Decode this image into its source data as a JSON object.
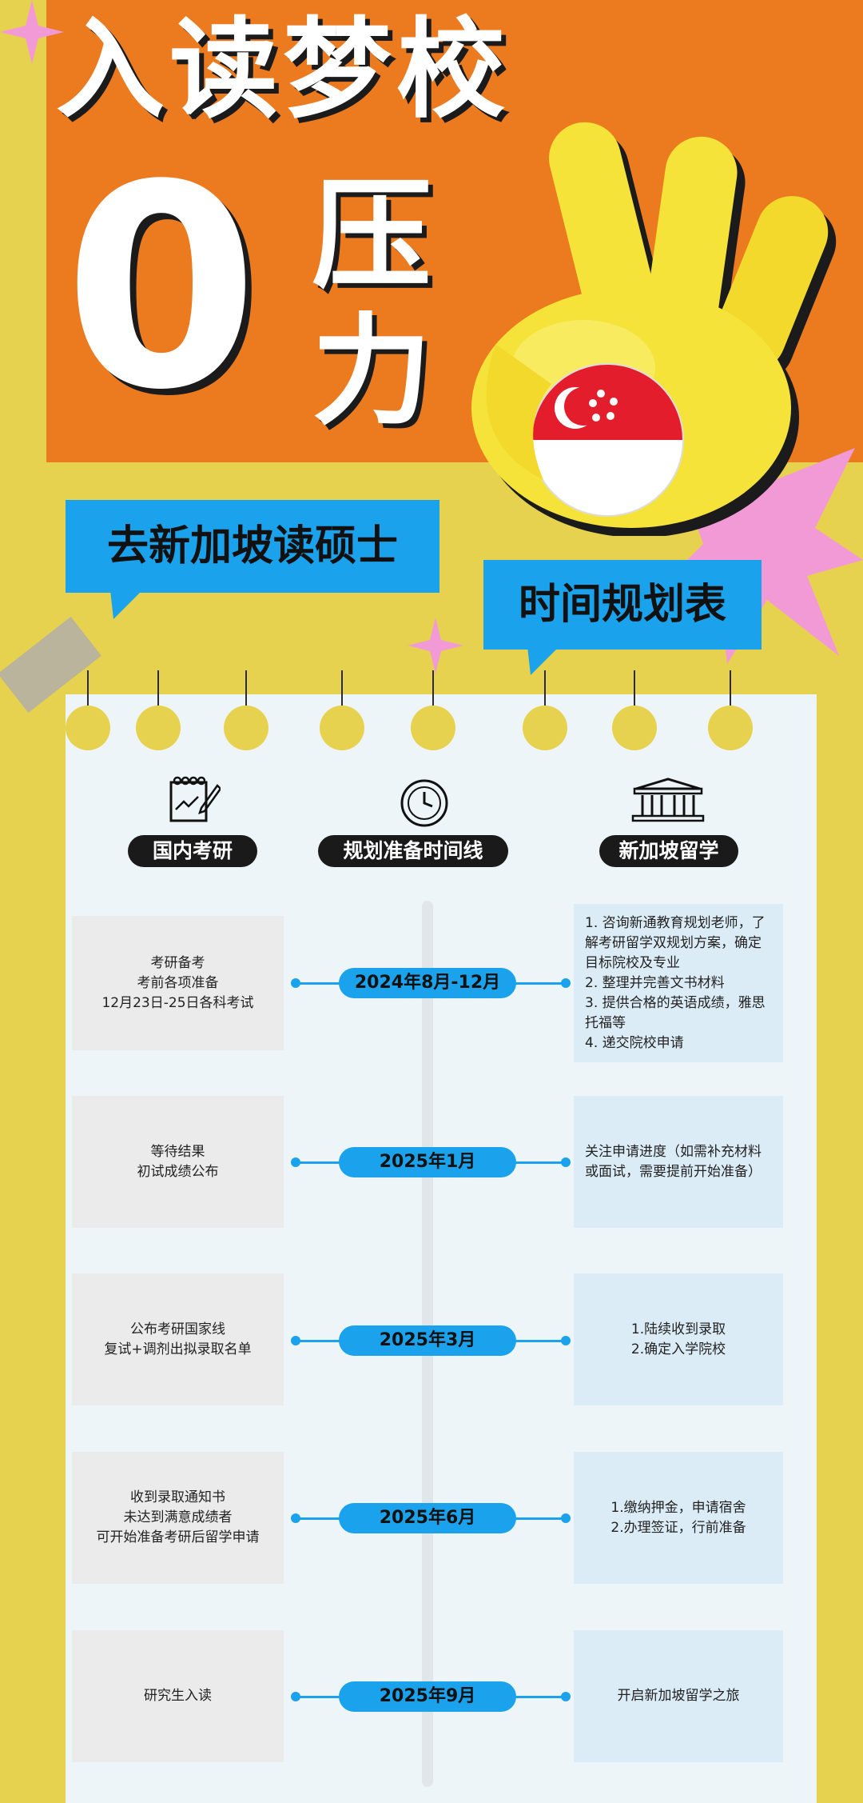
{
  "hero": {
    "title_line1": "入读梦校",
    "zero": "0",
    "pressure_line1": "压",
    "pressure_line2": "力"
  },
  "bubbles": {
    "subtitle": "去新加坡读硕士",
    "schedule": "时间规划表"
  },
  "columns": [
    {
      "label": "国内考研",
      "icon": "notepad-pen-icon"
    },
    {
      "label": "规划准备时间线",
      "icon": "clock-icon"
    },
    {
      "label": "新加坡留学",
      "icon": "university-building-icon"
    }
  ],
  "timeline": [
    {
      "date": "2024年8月-12月",
      "left": [
        "考研备考",
        "考前各项准备",
        "12月23日-25日各科考试"
      ],
      "right": [
        "1. 咨询新通教育规划老师，了解考研留学双规划方案，确定目标院校及专业",
        "2. 整理并完善文书材料",
        "3. 提供合格的英语成绩，雅思托福等",
        "4. 递交院校申请"
      ]
    },
    {
      "date": "2025年1月",
      "left": [
        "等待结果",
        "初试成绩公布"
      ],
      "right": [
        "关注申请进度（如需补充材料或面试，需要提前开始准备）"
      ]
    },
    {
      "date": "2025年3月",
      "left": [
        "公布考研国家线",
        "复试+调剂出拟录取名单"
      ],
      "right": [
        "1.陆续收到录取",
        "2.确定入学院校"
      ]
    },
    {
      "date": "2025年6月",
      "left": [
        "收到录取通知书",
        "未达到满意成绩者",
        "可开始准备考研后留学申请"
      ],
      "right": [
        "1.缴纳押金，申请宿舍",
        "2.办理签证，行前准备"
      ]
    },
    {
      "date": "2025年9月",
      "left": [
        "研究生入读"
      ],
      "right": [
        "开启新加坡留学之旅"
      ]
    }
  ],
  "colors": {
    "background_yellow": "#e6d24f",
    "hero_orange": "#ec7a1f",
    "accent_blue": "#1aa3ec",
    "pink": "#f29ad6",
    "paper": "#eef5f8"
  }
}
